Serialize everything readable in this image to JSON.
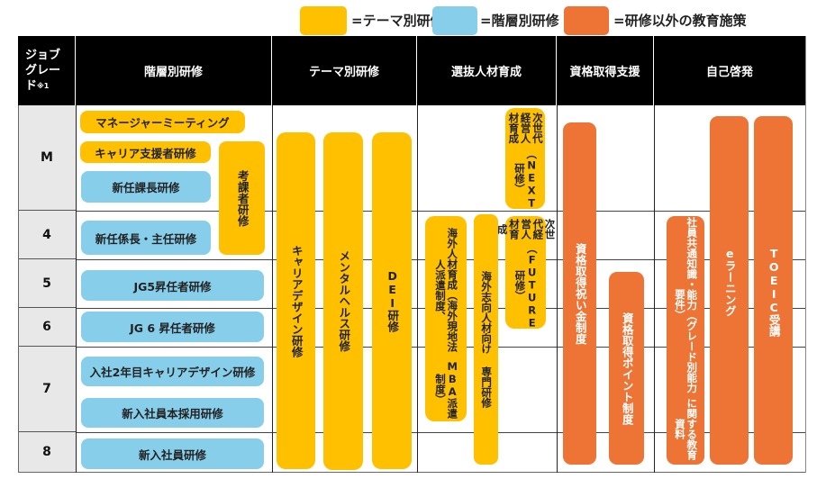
{
  "legend": [
    {
      "label": "=テーマ別研修",
      "color": "#ffc000",
      "icon": "yellow-swatch"
    },
    {
      "label": "=階層別研修",
      "color": "#87ceeb",
      "icon": "blue-swatch"
    },
    {
      "label": "=研修以外の教育施策",
      "color": "#ed7434",
      "icon": "orange-swatch"
    }
  ],
  "header": {
    "grade": "ジョブグレード",
    "grade_note": "※1",
    "columns": [
      "階層別研修",
      "テーマ別研修",
      "選抜人材育成",
      "資格取得支援",
      "自己啓発"
    ]
  },
  "grades": [
    "M",
    "4",
    "5",
    "6",
    "7",
    "8"
  ],
  "tiered_training": [
    {
      "label": "マネージャーミーティング",
      "type": "theme"
    },
    {
      "label": "キャリア支援者研修",
      "type": "theme"
    },
    {
      "label": "新任課長研修",
      "type": "tiered"
    },
    {
      "label": "考課者研修",
      "type": "theme"
    },
    {
      "label": "新任係長・主任研修",
      "type": "tiered"
    },
    {
      "label": "JG5昇任者研修",
      "type": "tiered"
    },
    {
      "label": "JG 6 昇任者研修",
      "type": "tiered"
    },
    {
      "label": "入社2年目キャリアデザイン研修",
      "type": "tiered"
    },
    {
      "label": "新入社員本採用研修",
      "type": "tiered"
    },
    {
      "label": "新入社員研修",
      "type": "tiered"
    }
  ],
  "theme_training": [
    {
      "label": "キャリアデザイン研修"
    },
    {
      "label": "メンタルヘルス研修"
    },
    {
      "label": "DEI研修"
    }
  ],
  "selected_talent": [
    {
      "label": "次世代経営人材育成",
      "sub": "（NEXT研修）"
    },
    {
      "label": "次世代経営人材育成",
      "sub": "（FUTURE研修）"
    },
    {
      "label": "海外人材育成（海外現地法人派遣制度、",
      "sub": "MBA派遣制度）"
    },
    {
      "label": "海外志向人材向け 専門研修"
    }
  ],
  "qualification_support": [
    {
      "label": "資格取得祝い金制度"
    },
    {
      "label": "資格取得ポイント制度"
    }
  ],
  "self_development": [
    {
      "label": "社員共通知識・能力（グレード別能力要件）",
      "sub": "に関する教育資料"
    },
    {
      "label": "eラーニング"
    },
    {
      "label": "TOEIC受講"
    }
  ]
}
